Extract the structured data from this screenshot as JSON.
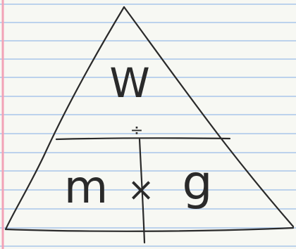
{
  "diagram": {
    "top": "W",
    "bottom_left": "m",
    "operator": "×",
    "bottom_right": "g",
    "divide_mark": "÷"
  },
  "colors": {
    "paper": "#f7f8f3",
    "ruled_line": "#a9c6ea",
    "margin_line": "#f2a2b6",
    "ink": "#2a2a2a"
  }
}
